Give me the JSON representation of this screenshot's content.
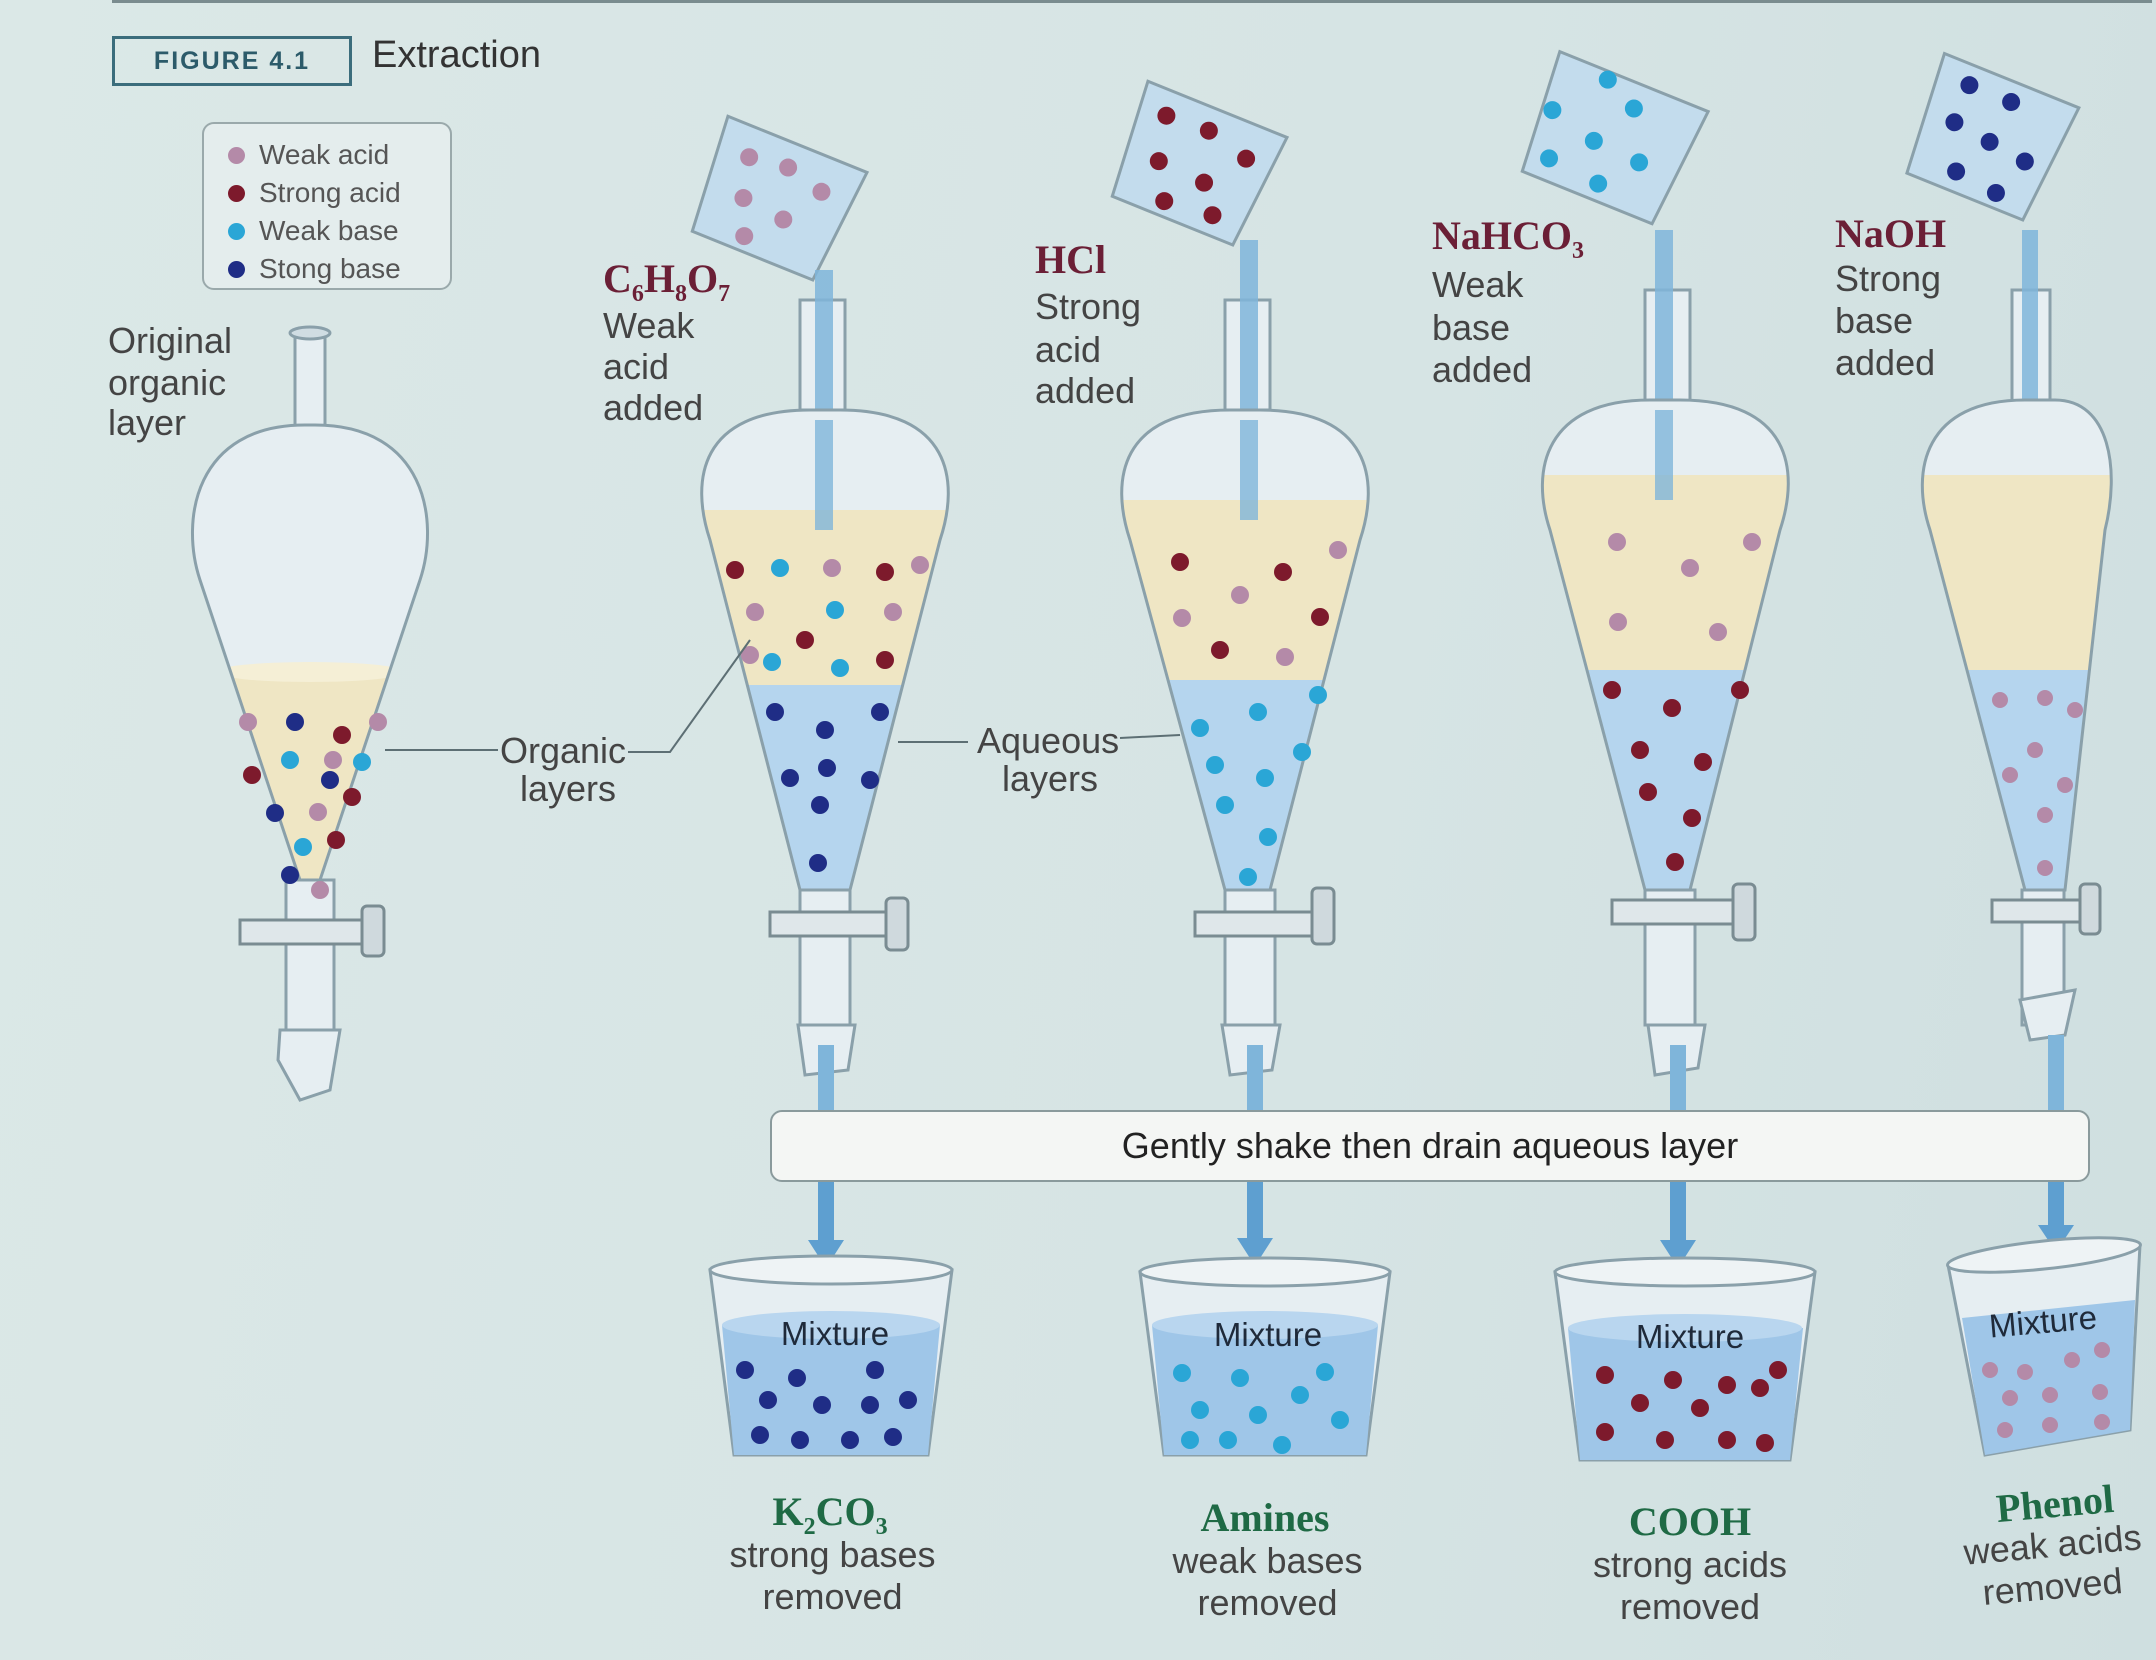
{
  "figure": {
    "number": "FIGURE 4.1",
    "title": "Extraction"
  },
  "legend": [
    {
      "label": "Weak acid",
      "color": "#b48aa8"
    },
    {
      "label": "Strong acid",
      "color": "#7d1a2c"
    },
    {
      "label": "Weak base",
      "color": "#2aa6d6"
    },
    {
      "label": "Stong base",
      "color": "#1f2d86"
    }
  ],
  "original": {
    "label_line1": "Original",
    "label_line2": "organic",
    "label_line3": "layer"
  },
  "callouts": {
    "organic_line1": "Organic",
    "organic_line2": "layers",
    "aqueous_line1": "Aqueous",
    "aqueous_line2": "layers"
  },
  "steps": [
    {
      "formula": "C6H8O7",
      "desc_line1": "Weak",
      "desc_line2": "acid",
      "desc_line3": "added",
      "mixture": "Mixture",
      "result_formula": "K2CO3",
      "result_line1": "strong bases",
      "result_line2": "removed"
    },
    {
      "formula": "HCl",
      "desc_line1": "Strong",
      "desc_line2": "acid",
      "desc_line3": "added",
      "mixture": "Mixture",
      "result_formula": "Amines",
      "result_line1": "weak bases",
      "result_line2": "removed"
    },
    {
      "formula": "NaHCO3",
      "desc_line1": "Weak",
      "desc_line2": "base",
      "desc_line3": "added",
      "mixture": "Mixture",
      "result_formula": "COOH",
      "result_line1": "strong acids",
      "result_line2": "removed"
    },
    {
      "formula": "NaOH",
      "desc_line1": "Strong",
      "desc_line2": "base",
      "desc_line3": "added",
      "mixture": "Mixture",
      "result_formula": "Phenol",
      "result_line1": "weak acids",
      "result_line2": "removed"
    }
  ],
  "shake_instruction": "Gently shake then drain aqueous layer",
  "colors": {
    "organic_layer": "#efe6c4",
    "aqueous_layer": "#b5d5ee",
    "glass": "#e6eef2",
    "outline": "#8aa0aa",
    "stream": "#7fb5da",
    "arrow": "#5e9fd0"
  }
}
